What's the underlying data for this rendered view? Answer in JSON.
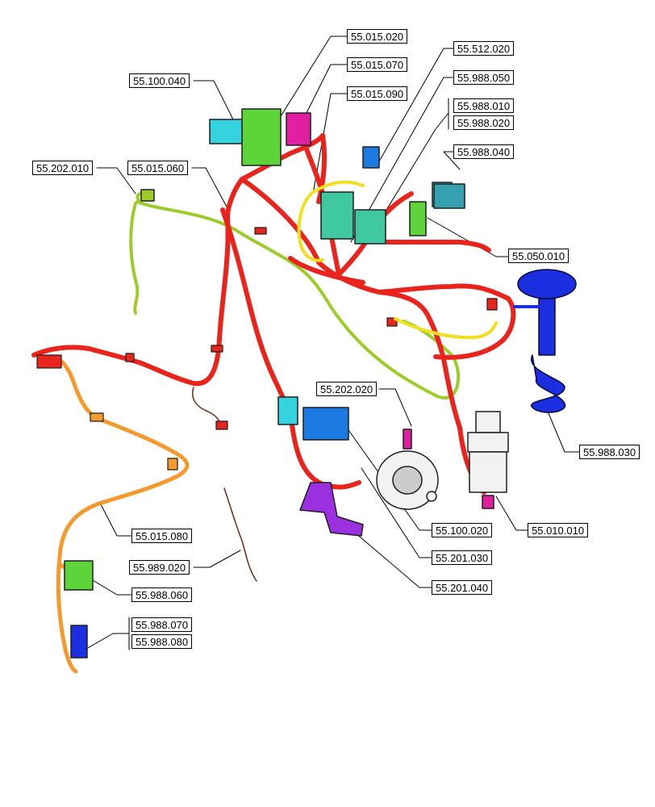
{
  "diagram": {
    "callouts": {
      "c_55_015_020": "55.015.020",
      "c_55_015_070": "55.015.070",
      "c_55_100_040": "55.100.040",
      "c_55_015_090": "55.015.090",
      "c_55_512_020": "55.512.020",
      "c_55_988_050": "55.988.050",
      "c_55_988_010": "55.988.010",
      "c_55_988_020": "55.988.020",
      "c_55_988_040": "55.988.040",
      "c_55_202_010": "55.202.010",
      "c_55_015_060": "55.015.060",
      "c_55_050_010": "55.050.010",
      "c_55_202_020": "55.202.020",
      "c_55_988_030": "55.988.030",
      "c_55_100_020": "55.100.020",
      "c_55_010_010": "55.010.010",
      "c_55_201_030": "55.201.030",
      "c_55_015_080": "55.015.080",
      "c_55_201_040": "55.201.040",
      "c_55_989_020": "55.989.020",
      "c_55_988_060": "55.988.060",
      "c_55_988_070": "55.988.070",
      "c_55_988_080": "55.988.080"
    },
    "colors": {
      "main_harness": "#e8241c",
      "green_cable": "#9ccc2a",
      "orange_harness": "#f39a2e",
      "yellow_cable": "#f0e020",
      "blue_sender": "#1c2fe0",
      "cyan_parts": "#35d3e0",
      "green_modules": "#5cd43a",
      "teal_module": "#40c8a0",
      "magenta_part": "#e020a0",
      "purple_bracket": "#9a30e0",
      "dark_wire": "#6b2a1a"
    }
  }
}
